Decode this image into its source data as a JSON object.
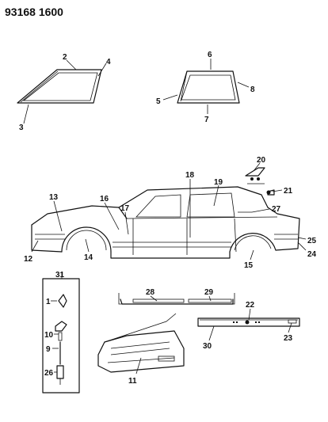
{
  "header": {
    "drawing_code": "93168  1600"
  },
  "callouts": {
    "c1": "1",
    "c2": "2",
    "c3": "3",
    "c4": "4",
    "c5": "5",
    "c6": "6",
    "c7": "7",
    "c8": "8",
    "c9": "9",
    "c10": "10",
    "c11": "11",
    "c12": "12",
    "c13": "13",
    "c14": "14",
    "c15": "15",
    "c16": "16",
    "c17": "17",
    "c18": "18",
    "c19": "19",
    "c20": "20",
    "c21": "21",
    "c22": "22",
    "c23": "23",
    "c24": "24",
    "c25": "25",
    "c26": "26",
    "c27": "27",
    "c28": "28",
    "c29": "29",
    "c30": "30",
    "c31": "31"
  },
  "colors": {
    "ink": "#111111",
    "paper": "#ffffff"
  }
}
